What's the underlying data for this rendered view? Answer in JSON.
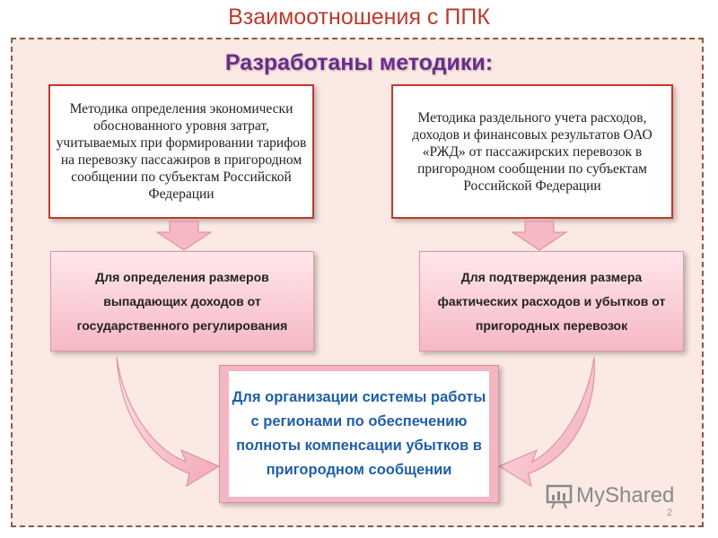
{
  "slide": {
    "title": "Взаимоотношения с ППК",
    "section_title": "Разработаны методики:",
    "page_number": "2"
  },
  "methods": {
    "left": "Методика определения экономически обоснованного уровня затрат, учитываемых при формировании тарифов на перевозку пассажиров в пригородном сообщении по субъектам Российской Федерации",
    "right": "Методика раздельного учета расходов, доходов и финансовых результатов ОАО «РЖД» от пассажирских перевозок в пригородном сообщении по субъектам Российской Федерации"
  },
  "purposes": {
    "left": "Для определения размеров выпадающих доходов от государственного регулирования",
    "right": "Для подтверждения размера фактических расходов и убытков от пригородных перевозок"
  },
  "goal": {
    "text": "Для организации системы работы с регионами по обеспечению полноты компенсации убытков в пригородном сообщении"
  },
  "watermark": {
    "text": "MyShared"
  },
  "colors": {
    "title": "#c0392b",
    "section_title": "#6a2c8c",
    "goal_text": "#1f5fa8",
    "frame_bg": "#fbe9e3",
    "box_border": "#c0392b",
    "arrow_fill": "#f6b8c4"
  }
}
